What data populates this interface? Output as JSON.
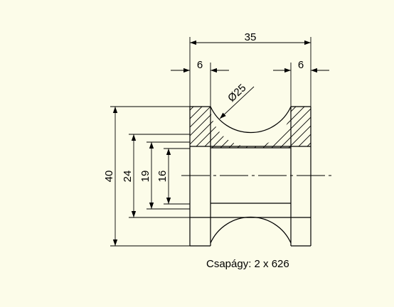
{
  "dimensions": {
    "overall_width": "35",
    "left_flange": "6",
    "right_flange": "6",
    "groove_diameter": "Ø25",
    "height_40": "40",
    "height_24": "24",
    "height_19": "19",
    "height_16": "16"
  },
  "caption": "Csapágy: 2 x 626"
}
